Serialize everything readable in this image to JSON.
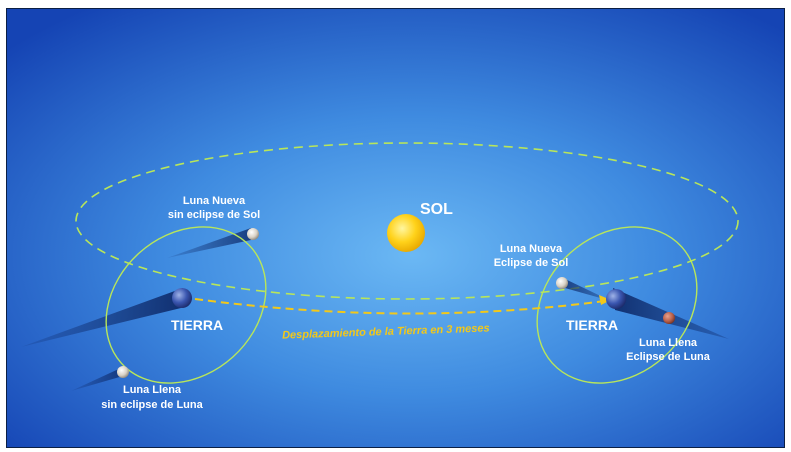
{
  "labels": {
    "sun": "SOL",
    "earth_left": "TIERRA",
    "earth_right": "TIERRA",
    "left_new_moon_line1": "Luna Nueva",
    "left_new_moon_line2": "sin eclipse de Sol",
    "left_full_moon_line1": "Luna Llena",
    "left_full_moon_line2": "sin eclipse de Luna",
    "right_new_moon_line1": "Luna Nueva",
    "right_new_moon_line2": "Eclipse de Sol",
    "right_full_moon_line1": "Luna Llena",
    "right_full_moon_line2": "Eclipse de Luna",
    "displacement": "Desplazamiento de la Tierra en 3 meses"
  },
  "colors": {
    "background_center": "#5aa9ee",
    "background_edge": "#1646b8",
    "orbit": "#b8e65a",
    "earth_path": "#f2c81a",
    "sun": "#ffd21a",
    "shadow": "#0e2a6a"
  }
}
